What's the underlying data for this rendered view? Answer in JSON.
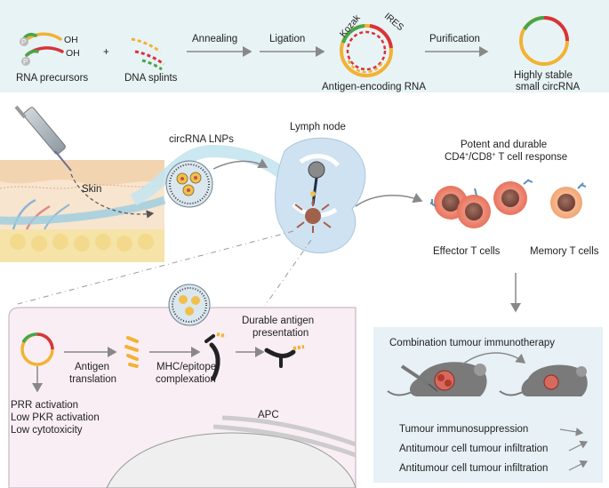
{
  "top_panel": {
    "rna_precursors": "RNA precursors",
    "oh_1": "OH",
    "oh_2": "OH",
    "p_1": "P",
    "p_2": "P",
    "plus": "+",
    "dna_splints": "DNA splints",
    "annealing": "Annealing",
    "ligation": "Ligation",
    "kozak": "Kozak",
    "ires": "IRES",
    "antigen_rna": "Antigen-encoding RNA",
    "purification": "Purification",
    "stable_line1": "Highly stable",
    "stable_line2": "small circRNA"
  },
  "middle": {
    "skin": "Skin",
    "lnps": "circRNA LNPs",
    "lymph_node": "Lymph node",
    "response_line1": "Potent and durable",
    "response_line2_a": "CD4",
    "response_line2_sup1": "+",
    "response_line2_b": "/CD8",
    "response_line2_sup2": "+",
    "response_line2_c": " T cell response",
    "effector": "Effector T cells",
    "memory": "Memory T cells"
  },
  "apc_panel": {
    "antigen_translation_1": "Antigen",
    "antigen_translation_2": "translation",
    "mhc_1": "MHC/epitope",
    "mhc_2": "complexation",
    "durable_1": "Durable antigen",
    "durable_2": "presentation",
    "prr": "PRR activation",
    "pkr": "Low PKR activation",
    "cyto": "Low cytotoxicity",
    "apc": "APC"
  },
  "combo_panel": {
    "title": "Combination tumour immunotherapy",
    "line1": "Tumour immunosuppression",
    "line2": "Antitumour cell tumour infiltration",
    "line3": "Antitumour cell tumour infiltration"
  },
  "colors": {
    "top_bg": "#e8f3f5",
    "combo_bg": "#e7f1f6",
    "rna_yellow": "#f2b233",
    "rna_red": "#d8333b",
    "rna_green": "#47a64b",
    "arrow_gray": "#888888"
  }
}
